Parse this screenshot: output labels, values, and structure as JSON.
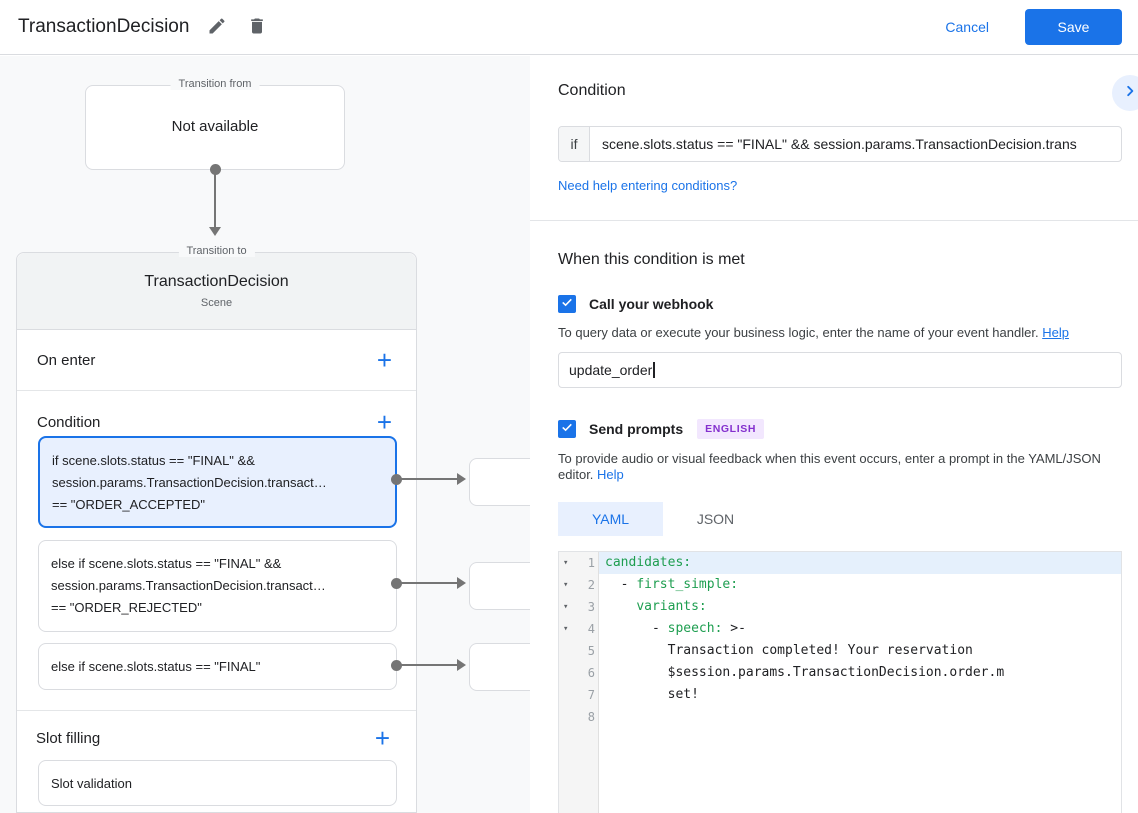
{
  "icons": {
    "plus": "+",
    "fold_arrow": "▾"
  },
  "colors": {
    "accent_blue": "#1a73e8",
    "selected_fill": "#e8f0fe",
    "badge_purple": "#8430ce",
    "code_green": "#1e9e50"
  },
  "header": {
    "title": "TransactionDecision",
    "cancel_label": "Cancel",
    "save_label": "Save"
  },
  "canvas": {
    "transition_from": {
      "legend": "Transition from",
      "value": "Not available"
    },
    "transition_to": {
      "legend": "Transition to",
      "title": "TransactionDecision",
      "subtitle": "Scene"
    },
    "on_enter_label": "On enter",
    "condition_label": "Condition",
    "slot_filling_label": "Slot filling",
    "slot_validation_label": "Slot validation",
    "conditions": [
      {
        "line1": "if scene.slots.status == \"FINAL\" &&",
        "line2": "session.params.TransactionDecision.transact…",
        "line3": "== \"ORDER_ACCEPTED\""
      },
      {
        "line1": "else if scene.slots.status == \"FINAL\" &&",
        "line2": "session.params.TransactionDecision.transact…",
        "line3": "== \"ORDER_REJECTED\""
      },
      {
        "line1": "else if scene.slots.status == \"FINAL\""
      }
    ]
  },
  "panel": {
    "title": "Condition",
    "if_label": "if",
    "if_value": "scene.slots.status == \"FINAL\" && session.params.TransactionDecision.trans",
    "conditions_help_link": "Need help entering conditions?",
    "met_title": "When this condition is met",
    "webhook_label": "Call your webhook",
    "webhook_desc": "To query data or execute your business logic, enter the name of your event handler.",
    "webhook_help": "Help",
    "webhook_value": "update_order",
    "prompts_label": "Send prompts",
    "prompts_badge": "ENGLISH",
    "prompts_desc": "To provide audio or visual feedback when this event occurs, enter a prompt in the YAML/JSON editor.",
    "prompts_help": "Help",
    "tab_yaml": "YAML",
    "tab_json": "JSON",
    "editor": {
      "lines": [
        {
          "n": "1",
          "pre": "",
          "key": "candidates:",
          "post": ""
        },
        {
          "n": "2",
          "pre": "  - ",
          "key": "first_simple:",
          "post": ""
        },
        {
          "n": "3",
          "pre": "    ",
          "key": "variants:",
          "post": ""
        },
        {
          "n": "4",
          "pre": "      - ",
          "key": "speech:",
          "post": " >-"
        },
        {
          "n": "5",
          "pre": "        Transaction completed! Your reservation",
          "key": "",
          "post": ""
        },
        {
          "n": "6",
          "pre": "        $session.params.TransactionDecision.order.m",
          "key": "",
          "post": ""
        },
        {
          "n": "7",
          "pre": "        set!",
          "key": "",
          "post": ""
        },
        {
          "n": "8",
          "pre": "",
          "key": "",
          "post": ""
        }
      ]
    }
  }
}
